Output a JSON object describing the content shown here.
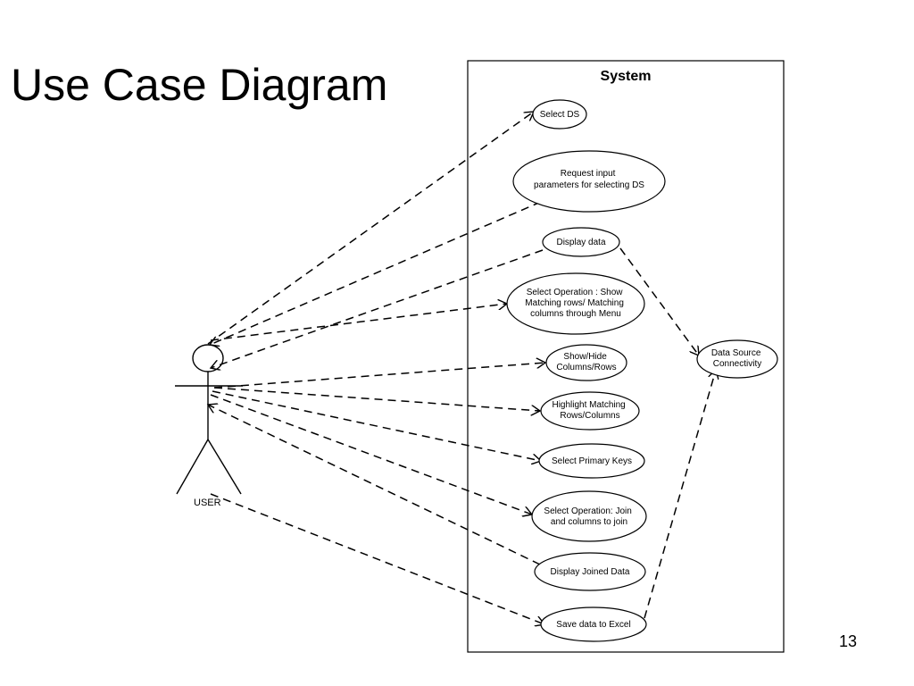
{
  "slide": {
    "title": "Use Case Diagram",
    "page_number": "13"
  },
  "system": {
    "label": "System"
  },
  "actor": {
    "label": "USER"
  },
  "use_cases": [
    {
      "id": "select-ds",
      "lines": [
        "Select DS"
      ]
    },
    {
      "id": "request-input",
      "lines": [
        "Request input",
        "parameters for selecting  DS"
      ]
    },
    {
      "id": "display-data",
      "lines": [
        "Display data"
      ]
    },
    {
      "id": "select-operation-show",
      "lines": [
        "Select Operation  : Show",
        "Matching rows/ Matching",
        "columns through Menu"
      ]
    },
    {
      "id": "show-hide",
      "lines": [
        "Show/Hide",
        "Columns/Rows"
      ]
    },
    {
      "id": "highlight-matching",
      "lines": [
        "Highlight Matching",
        "Rows/Columns"
      ]
    },
    {
      "id": "select-primary-keys",
      "lines": [
        "Select Primary Keys"
      ]
    },
    {
      "id": "select-operation-join",
      "lines": [
        "Select Operation: Join",
        "and  columns to join"
      ]
    },
    {
      "id": "display-joined",
      "lines": [
        "Display Joined Data"
      ]
    },
    {
      "id": "save-excel",
      "lines": [
        "Save data to Excel"
      ]
    }
  ],
  "external": {
    "id": "data-source",
    "lines": [
      "Data Source",
      "Connectivity"
    ]
  }
}
